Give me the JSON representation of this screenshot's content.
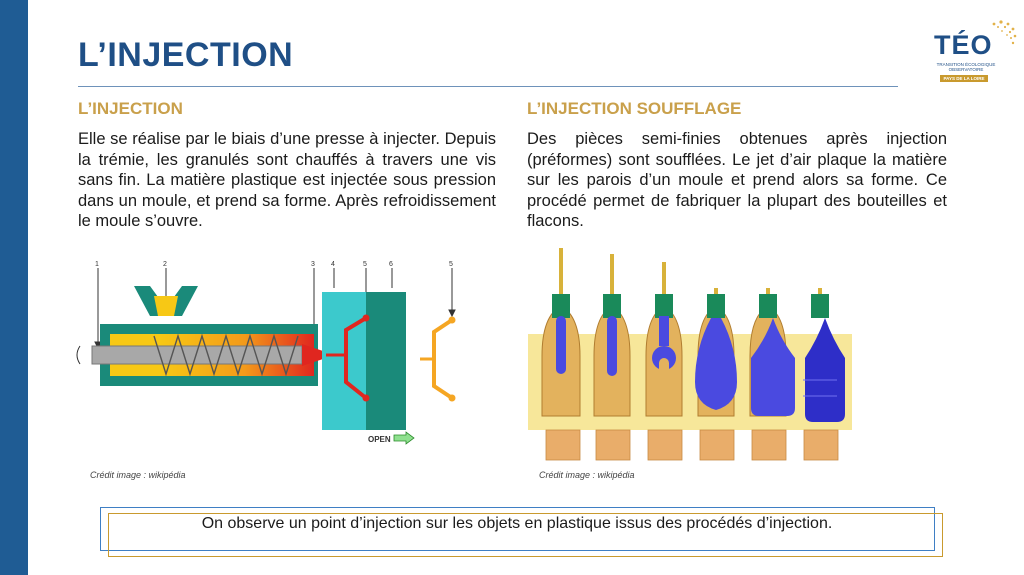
{
  "slide": {
    "title": "L’INJECTION",
    "logo": {
      "name": "TÉO",
      "subtitle": "TRANSITION ÉCOLOGIQUE OBSERVATOIRE",
      "region": "PAYS DE LA LOIRE"
    }
  },
  "left": {
    "heading": "L’INJECTION",
    "body": "Elle se réalise par le biais d’une presse à injecter. Depuis la trémie, les granulés sont chauffés à travers une vis sans fin. La matière plastique est injectée sous pression dans un moule, et prend sa forme. Après refroidissement le moule s’ouvre.",
    "figure": {
      "callouts": [
        "1",
        "2",
        "3",
        "4",
        "5",
        "6",
        "5"
      ],
      "open_label": "OPEN"
    },
    "credit": "Crédit image : wikipédia"
  },
  "right": {
    "heading": "L’INJECTION SOUFFLAGE",
    "body": "Des pièces semi-finies obtenues après injection (préformes) sont soufflées. Le jet d’air plaque la matière sur les parois d’un moule et prend alors sa forme. Ce procédé permet de fabriquer la plupart des bouteilles et flacons.",
    "credit": "Crédit image : wikipédia"
  },
  "note": "On observe un point d’injection sur les objets en plastique issus des procédés d’injection.",
  "colors": {
    "navy": "#1f4f86",
    "gold": "#c9a04b",
    "teal": "#2f8a80",
    "cyan": "#3cc9cc",
    "red": "#e0261f",
    "orange": "#f5a623",
    "blue_bottle": "#3a3ad6"
  }
}
